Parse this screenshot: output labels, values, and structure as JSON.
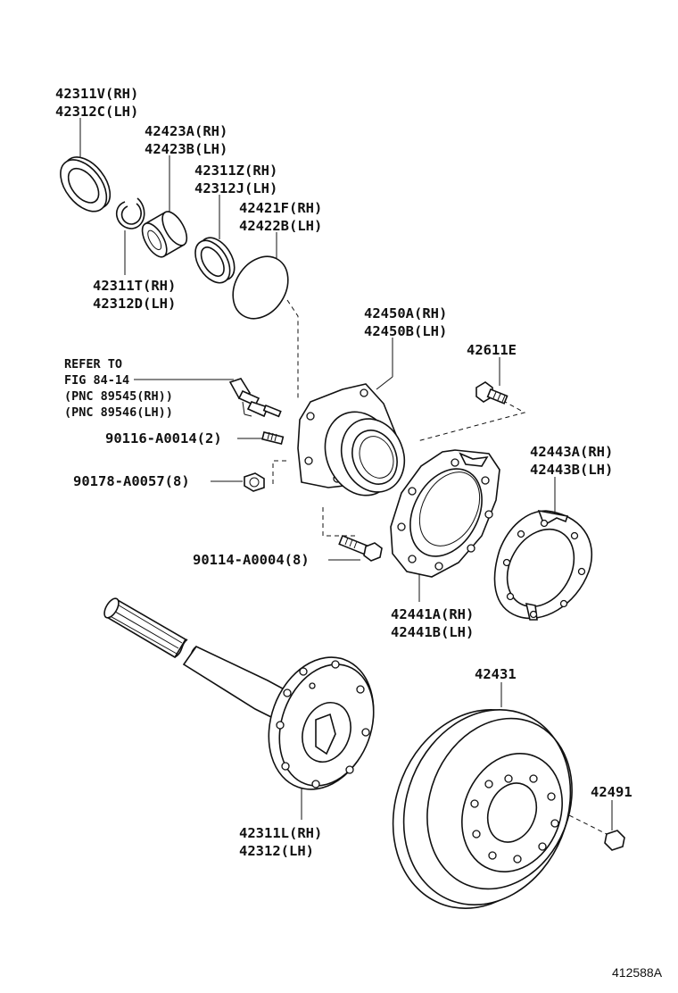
{
  "labels": {
    "oil_seal": [
      "42311V(RH)",
      "42312C(LH)"
    ],
    "bearing": [
      "42423A(RH)",
      "42423B(LH)"
    ],
    "inner_seal": [
      "42311Z(RH)",
      "42312J(LH)"
    ],
    "o_ring": [
      "42421F(RH)",
      "42422B(LH)"
    ],
    "snap_ring": [
      "42311T(RH)",
      "42312D(LH)"
    ],
    "retainer": [
      "42450A(RH)",
      "42450B(LH)"
    ],
    "hub_bolt": "42611E",
    "sensor_ref": [
      "REFER TO",
      "FIG 84-14",
      "(PNC 89545(RH))",
      "(PNC 89546(LH))"
    ],
    "bolt_a": "90116-A0014(2)",
    "nut": "90178-A0057(8)",
    "bolt_b": "90114-A0004(8)",
    "dust_cover": [
      "42443A(RH)",
      "42443B(LH)"
    ],
    "backing_plate": [
      "42441A(RH)",
      "42441B(LH)"
    ],
    "axle_shaft": [
      "42311L(RH)",
      "42312(LH)"
    ],
    "disc": "42431",
    "plug": "42491",
    "figure_code": "412588A"
  }
}
